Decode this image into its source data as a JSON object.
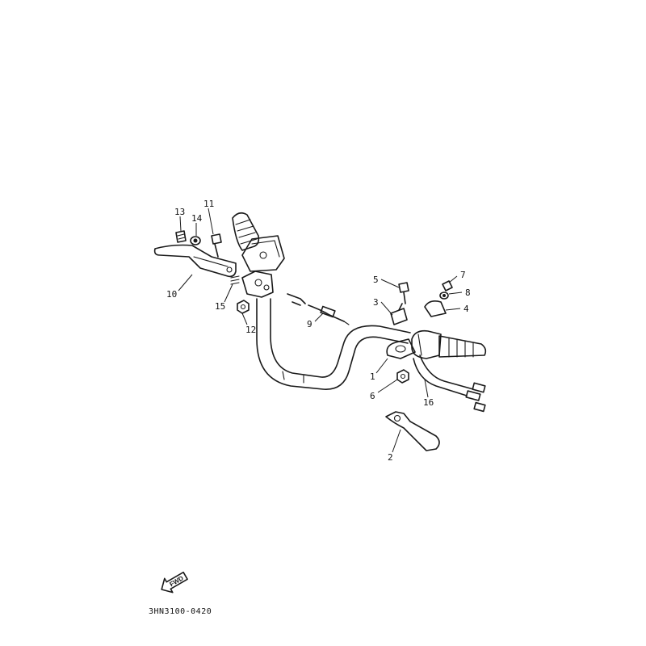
{
  "diagram": {
    "callouts": [
      {
        "id": "1",
        "label": "1"
      },
      {
        "id": "2",
        "label": "2"
      },
      {
        "id": "3",
        "label": "3"
      },
      {
        "id": "4",
        "label": "4"
      },
      {
        "id": "5",
        "label": "5"
      },
      {
        "id": "6",
        "label": "6"
      },
      {
        "id": "7",
        "label": "7"
      },
      {
        "id": "8",
        "label": "8"
      },
      {
        "id": "9",
        "label": "9"
      },
      {
        "id": "10",
        "label": "10"
      },
      {
        "id": "11",
        "label": "11"
      },
      {
        "id": "12",
        "label": "12"
      },
      {
        "id": "13",
        "label": "13"
      },
      {
        "id": "14",
        "label": "14"
      },
      {
        "id": "15",
        "label": "15"
      },
      {
        "id": "16",
        "label": "16"
      }
    ],
    "direction_badge": "FWD",
    "drawing_code": "3HN3100-0420"
  }
}
